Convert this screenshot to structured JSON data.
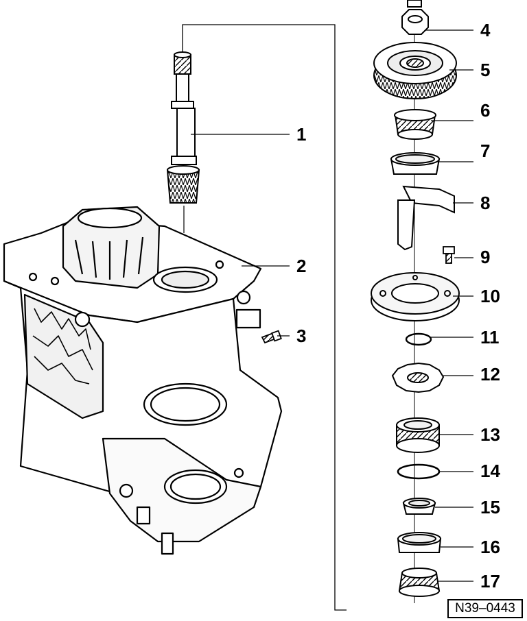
{
  "diagram": {
    "callouts": [
      {
        "id": "1",
        "label": "1"
      },
      {
        "id": "2",
        "label": "2"
      },
      {
        "id": "3",
        "label": "3"
      },
      {
        "id": "4",
        "label": "4"
      },
      {
        "id": "5",
        "label": "5"
      },
      {
        "id": "6",
        "label": "6"
      },
      {
        "id": "7",
        "label": "7"
      },
      {
        "id": "8",
        "label": "8"
      },
      {
        "id": "9",
        "label": "9"
      },
      {
        "id": "10",
        "label": "10"
      },
      {
        "id": "11",
        "label": "11"
      },
      {
        "id": "12",
        "label": "12"
      },
      {
        "id": "13",
        "label": "13"
      },
      {
        "id": "14",
        "label": "14"
      },
      {
        "id": "15",
        "label": "15"
      },
      {
        "id": "16",
        "label": "16"
      },
      {
        "id": "17",
        "label": "17"
      }
    ],
    "reference_code": "N39–0443"
  }
}
